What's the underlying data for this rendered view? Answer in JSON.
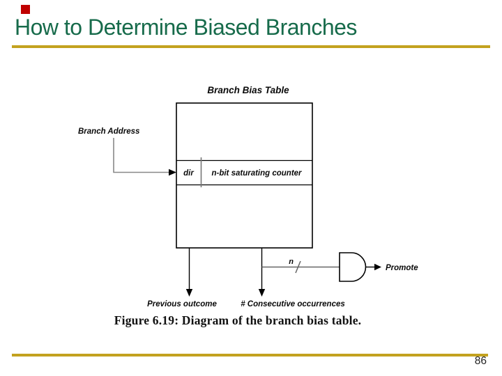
{
  "slide": {
    "title": "How to Determine Biased Branches",
    "page_number": "86",
    "theme": {
      "title_color": "#176b4b",
      "rule_color": "#c3a21f",
      "bullet_color": "#c00000"
    }
  },
  "figure": {
    "table_title": "Branch Bias Table",
    "labels": {
      "branch_address": "Branch Address",
      "dir": "dir",
      "counter": "n-bit saturating counter",
      "previous_outcome": "Previous outcome",
      "consecutive_occurrences": "# Consecutive occurrences",
      "bus_width": "n",
      "promote": "Promote"
    },
    "caption": "Figure 6.19: Diagram of the branch bias table."
  }
}
